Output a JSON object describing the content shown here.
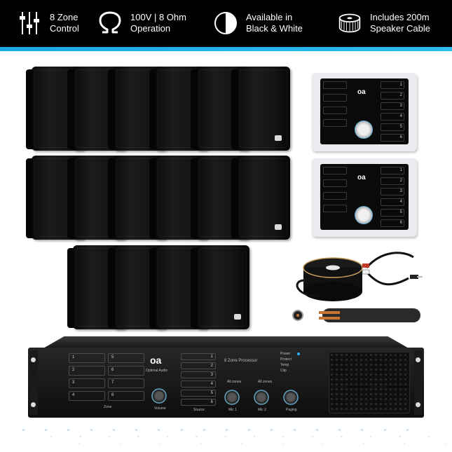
{
  "features": [
    {
      "icon": "sliders-icon",
      "line1": "8 Zone",
      "line2": "Control"
    },
    {
      "icon": "ohm-icon",
      "line1": "100V | 8 Ohm",
      "line2": "Operation"
    },
    {
      "icon": "half-circle-icon",
      "line1": "Available in",
      "line2": "Black & White"
    },
    {
      "icon": "cable-reel-icon",
      "line1": "Includes 200m",
      "line2": "Speaker Cable"
    }
  ],
  "colors": {
    "accent": "#1aa7e8",
    "bar": "#000000",
    "speaker": "#141414"
  },
  "speaker_count": 16,
  "controller": {
    "brand": "oa",
    "zone_numbers": [
      "1",
      "2",
      "3",
      "4",
      "5",
      "6"
    ]
  },
  "amp": {
    "title": "8 Zone Processor",
    "brand": "oa",
    "brand_sub": "Optimal Audio",
    "zone_labels": [
      "1",
      "2",
      "3",
      "4",
      "5",
      "6",
      "7",
      "8"
    ],
    "source_labels": [
      "1",
      "2",
      "3",
      "4",
      "5",
      "6"
    ],
    "zone_caption": "Zone",
    "source_caption": "Source",
    "knob_labels": [
      "Volume",
      "Mic 1",
      "Mic 2",
      "Paging"
    ],
    "all_zones": [
      "All zones",
      "All zones"
    ],
    "status": [
      "Power",
      "Protect",
      "Temp",
      "Clip"
    ]
  }
}
